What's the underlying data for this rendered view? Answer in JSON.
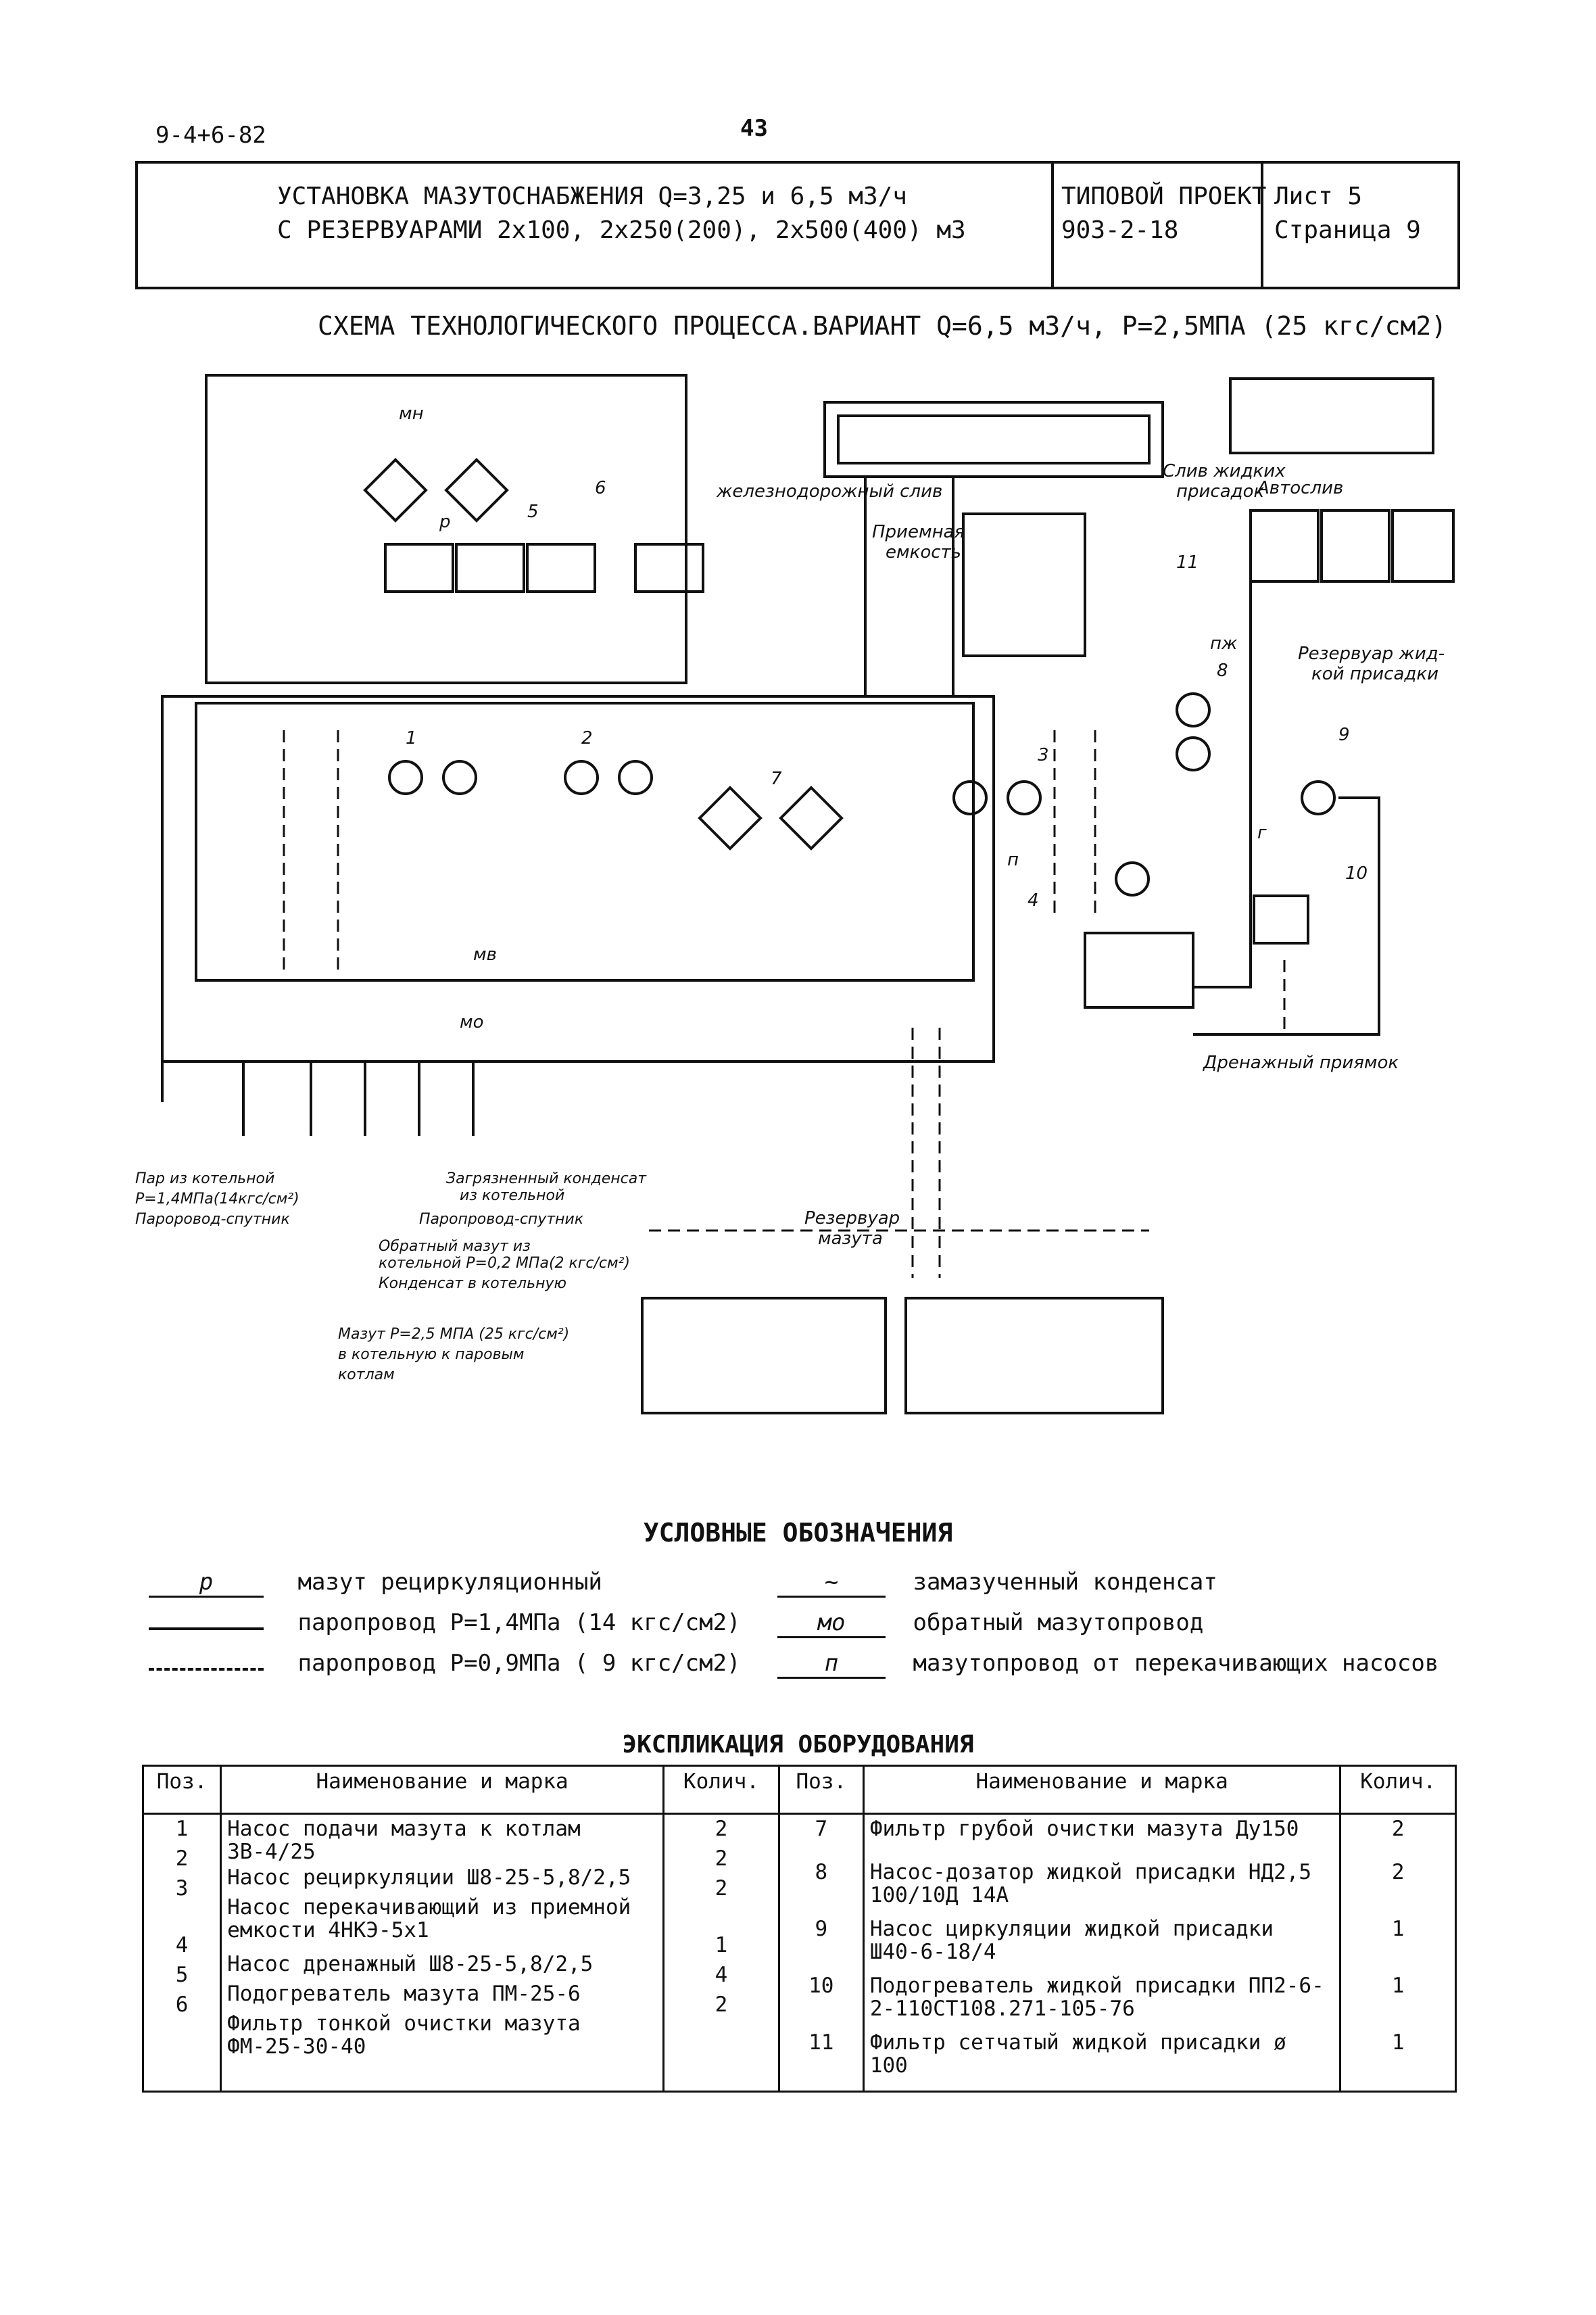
{
  "header": {
    "code": "9-4+6-82",
    "page_number": "43",
    "title_line1": "УСТАНОВКА МАЗУТОСНАБЖЕНИЯ Q=3,25 и 6,5 м3/ч",
    "title_line2": "С РЕЗЕРВУАРАМИ 2х100, 2х250(200), 2х500(400) м3",
    "project_line1": "ТИПОВОЙ ПРОЕКТ",
    "project_line2": "903-2-18",
    "sheet_line1": "Лист 5",
    "sheet_line2": "Страница 9"
  },
  "scheme_title": "СХЕМА ТЕХНОЛОГИЧЕСКОГО ПРОЦЕССА.ВАРИАНТ Q=6,5 м3/ч, Р=2,5МПА (25 кгс/см2)",
  "diagram_labels": {
    "rail_unload": "железнодорожный слив",
    "liquid_additive_unload_1": "Слив жидких",
    "liquid_additive_unload_2": "присадок",
    "auto_unload": "Автослив",
    "receiving_tank_1": "Приемная",
    "receiving_tank_2": "емкость",
    "additive_tank_1": "Резервуар жид-",
    "additive_tank_2": "кой присадки",
    "drain_pit": "Дренажный приямок",
    "fuel_tank_1": "Резервуар",
    "fuel_tank_2": "мазута",
    "steam_in_1": "Пар из котельной",
    "steam_in_2": "Р=1,4МПа(14кгс/см²)",
    "steam_in_3": "Пароровод-спутник",
    "cond_1": "Загрязненный конденсат",
    "cond_2": "из котельной",
    "steam_sat": "Паропровод-спутник",
    "return_1": "Обратный мазут из",
    "return_2": "котельной Р=0,2 МПа(2 кгс/см²)",
    "cond_boiler": "Конденсат в котельную",
    "supply_1": "Мазут Р=2,5 МПА (25 кгс/см²)",
    "supply_2": "в котельную к паровым",
    "supply_3": "котлам",
    "line_mn": "мн",
    "line_mv": "мв",
    "line_mo": "мо",
    "line_p": "р",
    "line_pzh": "пж",
    "line_g": "г",
    "line_n": "п",
    "pos_labels": [
      "1",
      "2",
      "3",
      "4",
      "5",
      "6",
      "7",
      "8",
      "9",
      "10",
      "11"
    ]
  },
  "legend": {
    "title": "УСЛОВНЫЕ ОБОЗНАЧЕНИЯ",
    "items_left": [
      {
        "code": "р",
        "text": "мазут рециркуляционный"
      },
      {
        "code": "",
        "text": "паропровод Р=1,4МПа (14 кгс/см2)"
      },
      {
        "code": "",
        "text": "паропровод Р=0,9МПа ( 9 кгс/см2)"
      }
    ],
    "items_right": [
      {
        "code": "~",
        "text": "замазученный конденсат"
      },
      {
        "code": "мо",
        "text": "обратный мазутопровод"
      },
      {
        "code": "п",
        "text": "мазутопровод от перекачивающих насосов"
      }
    ]
  },
  "explication": {
    "title": "ЭКСПЛИКАЦИЯ ОБОРУДОВАНИЯ",
    "headers": [
      "Поз.",
      "Наименование и марка",
      "Колич.",
      "Поз.",
      "Наименование и марка",
      "Колич."
    ],
    "left": [
      {
        "pos": "1",
        "name": "Насос подачи мазута к котлам ЗВ-4/25",
        "qty": "2"
      },
      {
        "pos": "2",
        "name": "Насос рециркуляции Ш8-25-5,8/2,5",
        "qty": "2"
      },
      {
        "pos": "3",
        "name": "Насос перекачивающий из приемной емкости 4НКЭ-5х1",
        "qty": "2"
      },
      {
        "pos": "4",
        "name": "Насос дренажный Ш8-25-5,8/2,5",
        "qty": "1"
      },
      {
        "pos": "5",
        "name": "Подогреватель мазута ПМ-25-6",
        "qty": "4"
      },
      {
        "pos": "6",
        "name": "Фильтр тонкой очистки мазута ФМ-25-30-40",
        "qty": "2"
      }
    ],
    "right": [
      {
        "pos": "7",
        "name": "Фильтр грубой очистки мазута Ду150",
        "qty": "2"
      },
      {
        "pos": "8",
        "name": "Насос-дозатор жидкой присадки НД2,5 100/10Д 14А",
        "qty": "2"
      },
      {
        "pos": "9",
        "name": "Насос циркуляции жидкой присадки Ш40-6-18/4",
        "qty": "1"
      },
      {
        "pos": "10",
        "name": "Подогреватель жидкой присадки ПП2-6-2-110СТ108.271-105-76",
        "qty": "1"
      },
      {
        "pos": "11",
        "name": "Фильтр сетчатый жидкой присадки ø 100",
        "qty": "1"
      }
    ]
  }
}
